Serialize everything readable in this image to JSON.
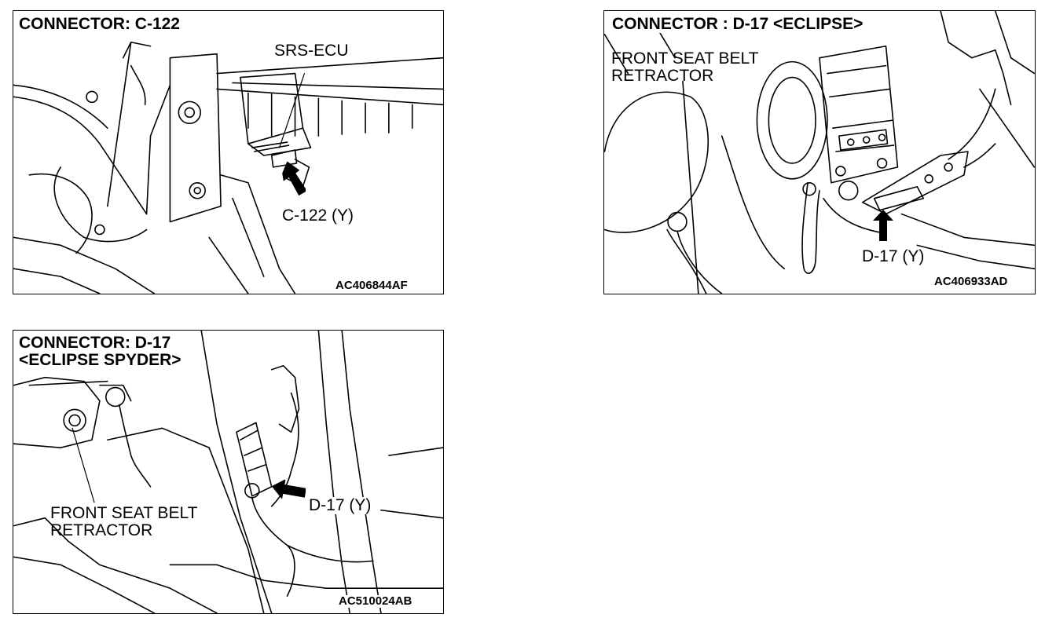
{
  "panels": [
    {
      "title": "CONNECTOR: C-122",
      "labels": {
        "component": "SRS-ECU",
        "connector": "C-122 (Y)"
      },
      "code": "AC406844AF"
    },
    {
      "title": "CONNECTOR : D-17 <ECLIPSE>",
      "labels": {
        "component_line1": "FRONT SEAT BELT",
        "component_line2": "RETRACTOR",
        "connector": "D-17 (Y)"
      },
      "code": "AC406933AD"
    },
    {
      "title_line1": "CONNECTOR: D-17",
      "title_line2": "<ECLIPSE SPYDER>",
      "labels": {
        "component_line1": "FRONT SEAT BELT",
        "component_line2": "RETRACTOR",
        "connector": "D-17 (Y)"
      },
      "code": "AC510024AB"
    }
  ]
}
